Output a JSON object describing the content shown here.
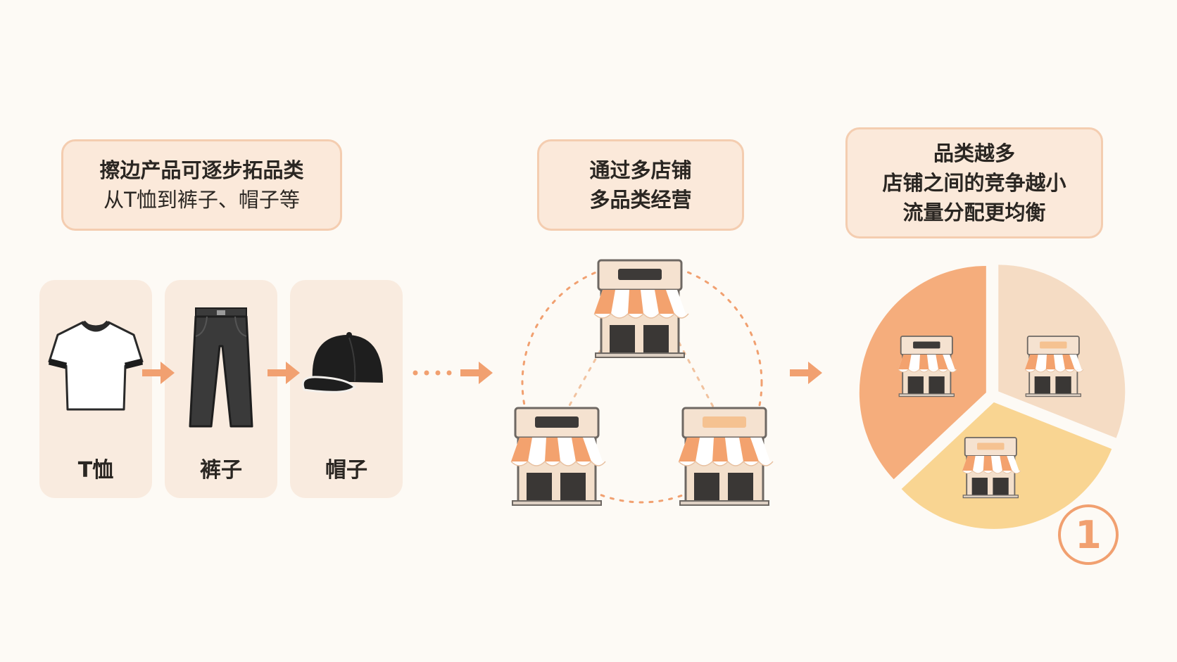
{
  "callouts": {
    "expand": {
      "line1": "擦边产品可逐步拓品类",
      "line2": "从T恤到裤子、帽子等"
    },
    "multistore": {
      "line1": "通过多店铺",
      "line2": "多品类经营"
    },
    "result": {
      "line1": "品类越多",
      "line2": "店铺之间的竞争越小",
      "line3": "流量分配更均衡"
    }
  },
  "products": [
    {
      "label": "T恤",
      "icon": "tshirt-icon"
    },
    {
      "label": "裤子",
      "icon": "pants-icon"
    },
    {
      "label": "帽子",
      "icon": "cap-icon"
    }
  ],
  "badge": "1",
  "colors": {
    "background": "#fdfaf5",
    "callout_fill": "#fbe9da",
    "callout_border": "#f4cdb0",
    "card_fill": "#f9ebdf",
    "accent_orange": "#f1a070",
    "pie_orange": "#f5ad7c",
    "pie_beige": "#f5dcc4",
    "pie_yellow": "#f9d592"
  },
  "pie": {
    "slices": [
      {
        "share": 0.37,
        "color": "#f5ad7c"
      },
      {
        "share": 0.31,
        "color": "#f5dcc4"
      },
      {
        "share": 0.32,
        "color": "#f9d592"
      }
    ]
  }
}
